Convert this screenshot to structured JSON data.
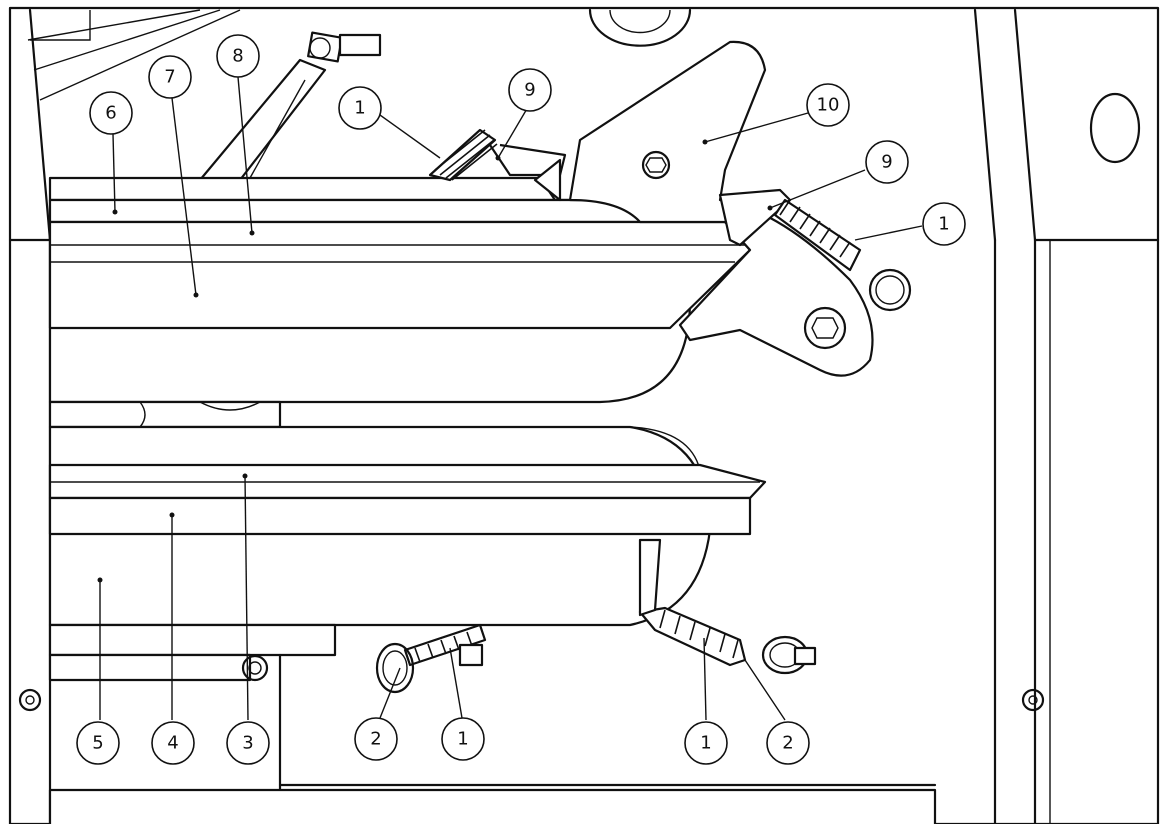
{
  "callouts": [
    {
      "id": "c6a",
      "label": "6"
    },
    {
      "id": "c7a",
      "label": "7"
    },
    {
      "id": "c8a",
      "label": "8"
    },
    {
      "id": "c1a",
      "label": "1"
    },
    {
      "id": "c9a",
      "label": "9"
    },
    {
      "id": "c10a",
      "label": "10"
    },
    {
      "id": "c9b",
      "label": "9"
    },
    {
      "id": "c1b",
      "label": "1"
    },
    {
      "id": "c5a",
      "label": "5"
    },
    {
      "id": "c4a",
      "label": "4"
    },
    {
      "id": "c3a",
      "label": "3"
    },
    {
      "id": "c2a",
      "label": "2"
    },
    {
      "id": "c1c",
      "label": "1"
    },
    {
      "id": "c1d",
      "label": "1"
    },
    {
      "id": "c2b",
      "label": "2"
    }
  ]
}
